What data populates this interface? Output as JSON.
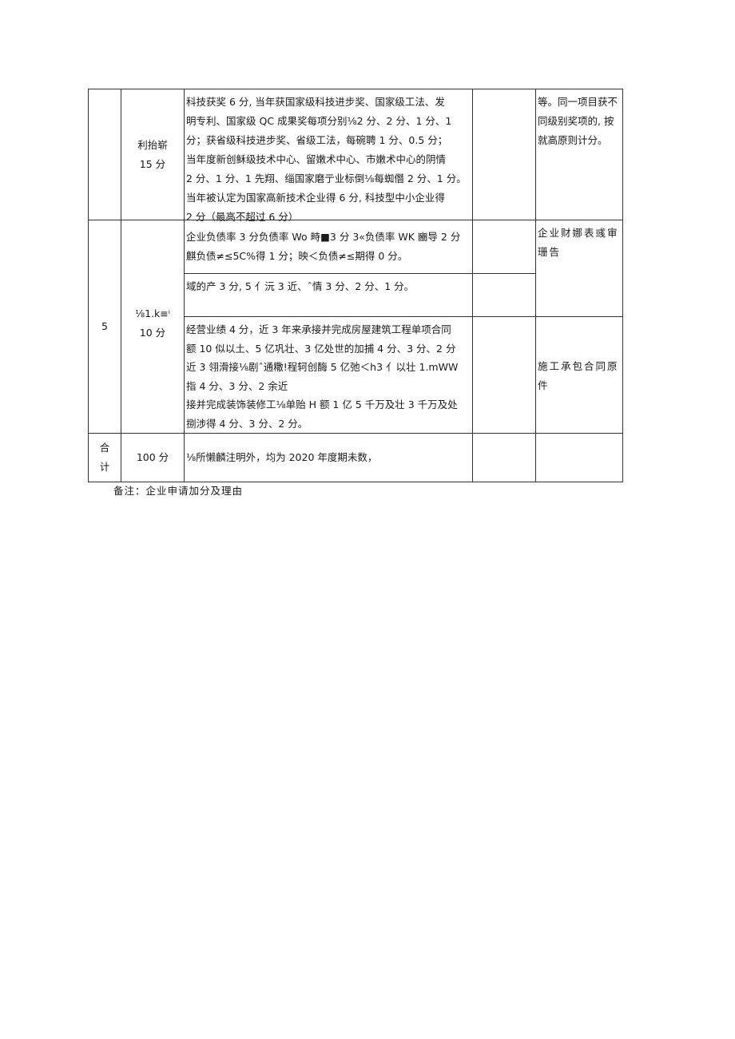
{
  "table": {
    "row_tech": {
      "index": "",
      "item": "利抬崭",
      "score": "15 分",
      "criteria": [
        "科技获奖 6 分, 当年获国家级科技进步奖、国家级工法、发",
        "明专利、国家级 QC 成果奖每项分别⅛2 分、2 分、1 分、1",
        "分；获省级科技进步奖、省级工法，每碗聘 1 分、0.5 分；",
        "当年度新创稣级技术中心、留嫩术中心、市嫩术中心的阴情",
        "2 分、1 分、1 先翔、缁国家磨亍业标倒⅛每蜘僭 2 分、1 分。",
        "当年被认定为国家高新技术企业得 6 分, 科技型中小企业得",
        "2 分（最高不超过 6 分）"
      ],
      "evidence": "",
      "remark": [
        "等。同一项目获不",
        "同级别奖项的, 按",
        "就高原则计分。"
      ]
    },
    "row_finance": {
      "index": "5",
      "item": "⅛1.k≡ⁱ",
      "score": "10 分",
      "sub1": [
        "企业负债率 3 分负债率 Wo 畤■3 分 3«负债率 WK 豳导 2 分",
        "麒负债≠≤5C%得 1 分；映＜负债≠≤期得 0 分。"
      ],
      "sub2": [
        "域的产 3 分, 5 亻沅 3 近、ˆ情 3 分、2 分、1 分。"
      ],
      "sub3": [
        "经营业绩 4 分，近 3 年来承接并完成房屋建筑工程单项合同",
        "额 10 似以土、5 亿巩壮、3 亿处世的加捕 4 分、3 分、2 分",
        "近 3 翎滑接⅛剧ˆ通糤!程轲创酶 5 亿弛＜h3 亻以壮 1.mWW",
        "指 4 分、3 分、2 余近",
        "接并完成装饰装修工⅛单贻 H 额 1 亿 5 千万及壮 3 千万及处",
        "捌涉得 4 分、3 分、2 分。"
      ],
      "remark_finance": [
        "企业财娜表彧审",
        "珊告"
      ],
      "remark_contract": [
        "施工承包合同原",
        "件"
      ]
    },
    "row_total": {
      "label": [
        "合",
        "计"
      ],
      "score": "100 分",
      "criteria": "⅛所懒麟注明外，均为 2020 年度期未数，"
    }
  },
  "note": "备注：企业申请加分及理由"
}
